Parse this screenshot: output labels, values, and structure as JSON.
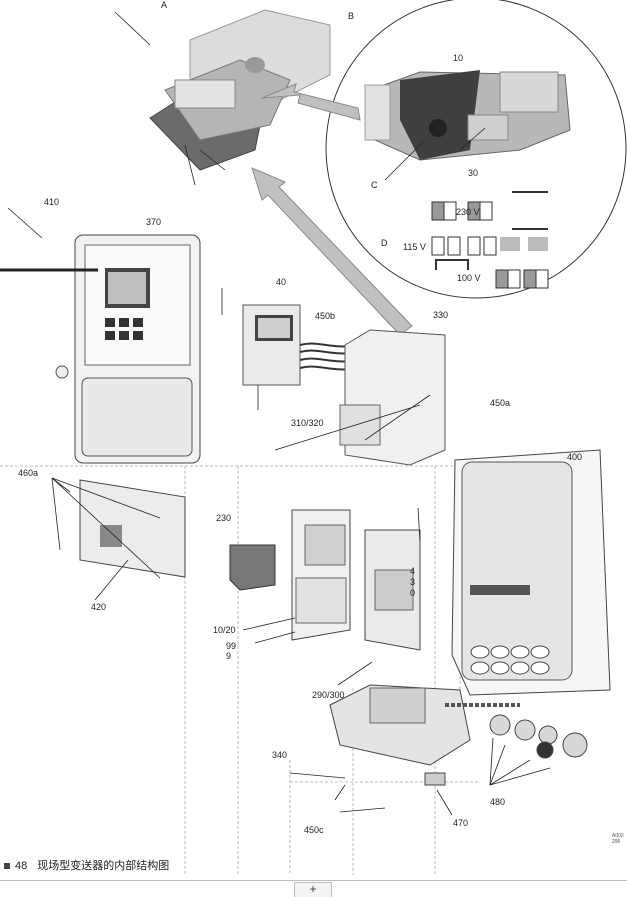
{
  "labels": {
    "A": "A",
    "B": "B",
    "C": "C",
    "D": "D",
    "n10": "10",
    "n30": "30",
    "v230": "230 V",
    "v115": "115 V",
    "v100": "100 V",
    "n410": "410",
    "n370": "370",
    "n40": "40",
    "n450b": "450b",
    "n330": "330",
    "n450a": "450a",
    "n310_320": "310/320",
    "n460a": "460a",
    "n400": "400",
    "n230": "230",
    "n4_30": "4\n3\n0",
    "n420": "420",
    "n10_20": "10/20",
    "n999": "99\n9",
    "n290_300": "290/300",
    "n340": "340",
    "n480": "480",
    "n450c": "450c",
    "n470": "470"
  },
  "caption": {
    "number": "48",
    "text": "现场型变送器的内部结构图"
  },
  "doc_code": "A002\n296",
  "toolbar": {
    "plus": "+"
  },
  "colors": {
    "arrow_fill": "#bfbfbf",
    "arrow_stroke": "#8a8a8a",
    "line": "#222222",
    "dashed": "#aaaaaa"
  }
}
